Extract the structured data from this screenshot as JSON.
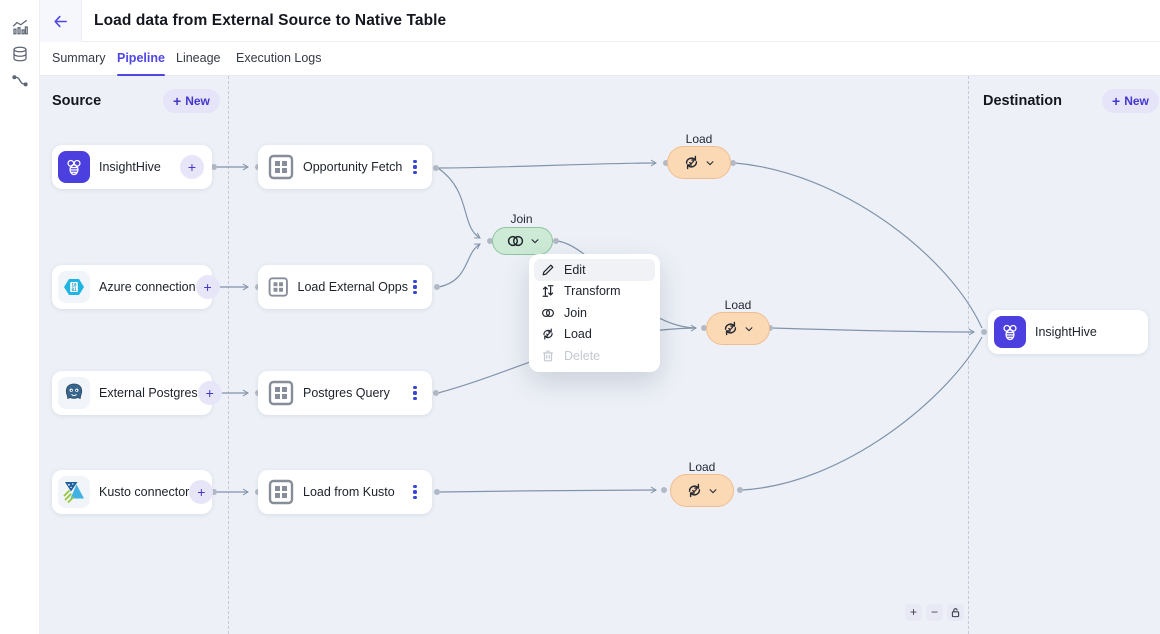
{
  "sidebar": {
    "icons": [
      {
        "name": "analytics-icon"
      },
      {
        "name": "database-icon"
      },
      {
        "name": "pipeline-icon"
      }
    ]
  },
  "header": {
    "title": "Load data from External Source to Native Table"
  },
  "tabs": [
    {
      "label": "Summary",
      "active": false
    },
    {
      "label": "Pipeline",
      "active": true
    },
    {
      "label": "Lineage",
      "active": false
    },
    {
      "label": "Execution Logs",
      "active": false
    }
  ],
  "canvas": {
    "source": {
      "title": "Source",
      "new_label": "New"
    },
    "destination": {
      "title": "Destination",
      "new_label": "New"
    },
    "source_nodes": [
      {
        "label": "InsightHive",
        "icon": "insighthive-bee-icon"
      },
      {
        "label": "Azure connection",
        "icon": "azure-data-icon"
      },
      {
        "label": "External Postgres",
        "icon": "postgres-icon"
      },
      {
        "label": "Kusto connector",
        "icon": "kusto-icon"
      }
    ],
    "transform_nodes": [
      {
        "label": "Opportunity Fetch"
      },
      {
        "label": "Load External Opps"
      },
      {
        "label": "Postgres Query"
      },
      {
        "label": "Load from Kusto"
      }
    ],
    "pills": {
      "join_label": "Join",
      "load_label_1": "Load",
      "load_label_2": "Load",
      "load_label_3": "Load"
    },
    "destination_nodes": [
      {
        "label": "InsightHive",
        "icon": "insighthive-bee-icon"
      }
    ],
    "menu": {
      "items": [
        {
          "label": "Edit",
          "icon": "pencil-icon",
          "state": "highlighted"
        },
        {
          "label": "Transform",
          "icon": "transform-icon",
          "state": "normal"
        },
        {
          "label": "Join",
          "icon": "join-icon",
          "state": "normal"
        },
        {
          "label": "Load",
          "icon": "load-icon",
          "state": "normal"
        },
        {
          "label": "Delete",
          "icon": "trash-icon",
          "state": "disabled"
        }
      ]
    }
  },
  "colors": {
    "accent": "#4f46e5",
    "canvas_bg": "#edf1f7",
    "edge": "#8294ab",
    "join_pill_bg": "#cdead6",
    "join_pill_border": "#8fc4a0",
    "load_pill_bg": "#fcd9b5",
    "load_pill_border": "#f0bd92",
    "insighthive_purple": "#4c3fe0",
    "azure_cyan": "#1fb4e2",
    "kusto_green": "#96c93d"
  }
}
